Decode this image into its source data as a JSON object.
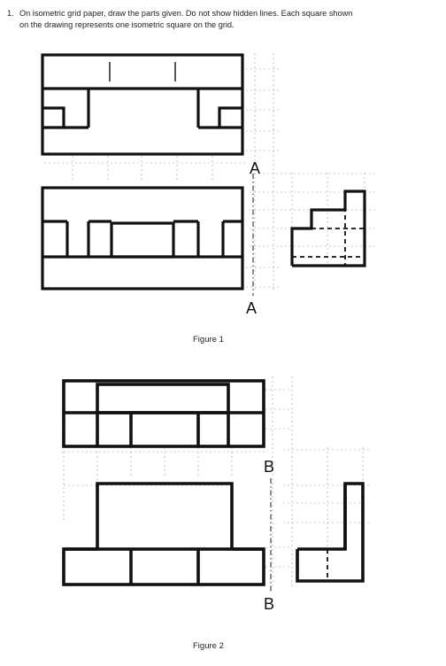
{
  "instructions": {
    "number": "1.",
    "line1": "On isometric grid paper, draw the parts given. Do not show hidden lines. Each square shown",
    "line2": "on the drawing represents one isometric square on the grid."
  },
  "figure1": {
    "caption": "Figure 1",
    "section_label_top": "A",
    "section_label_bottom": "A"
  },
  "figure2": {
    "caption": "Figure 2",
    "section_label_top": "B",
    "section_label_bottom": "B"
  },
  "colors": {
    "line": "#111111",
    "grid": "#9a9a9a",
    "paper": "#ffffff"
  }
}
